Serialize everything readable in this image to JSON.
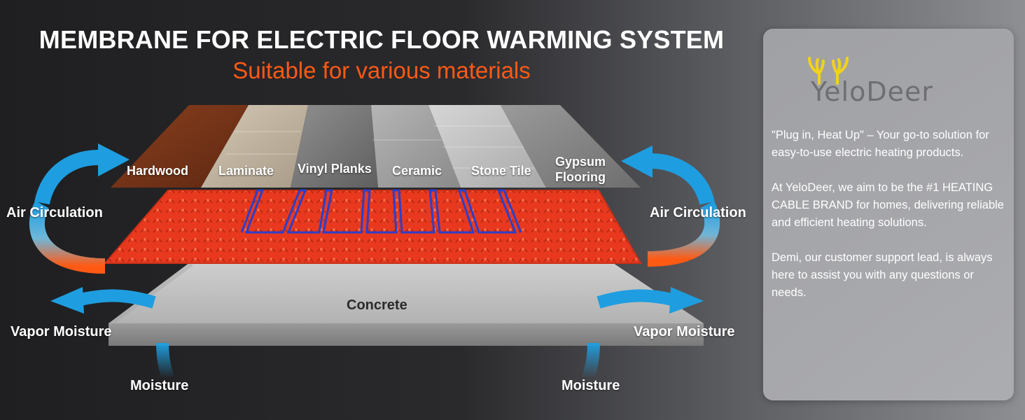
{
  "header": {
    "title": "MEMBRANE FOR ELECTRIC FLOOR WARMING SYSTEM",
    "subtitle": "Suitable for various materials"
  },
  "materials": [
    "Hardwood",
    "Laminate",
    "Vinyl Planks",
    "Ceramic",
    "Stone Tile",
    "Gypsum Flooring"
  ],
  "labels": {
    "air_circulation": "Air Circulation",
    "vapor_moisture": "Vapor Moisture",
    "moisture": "Moisture",
    "concrete": "Concrete"
  },
  "brand": {
    "name": "YeloDeer",
    "paragraphs": [
      "\"Plug in, Heat Up\" – Your go-to solution for easy-to-use electric heating products.",
      "At YeloDeer, we aim to be the #1 HEATING CABLE BRAND for homes, delivering reliable and efficient heating solutions.",
      "Demi, our customer support lead, is always here to assist you with any questions or needs."
    ]
  },
  "colors": {
    "accent_orange": "#ff5a14",
    "membrane_red": "#e8391f",
    "cable_blue": "#2d3fc9",
    "arrow_blue": "#1e9ee0"
  }
}
